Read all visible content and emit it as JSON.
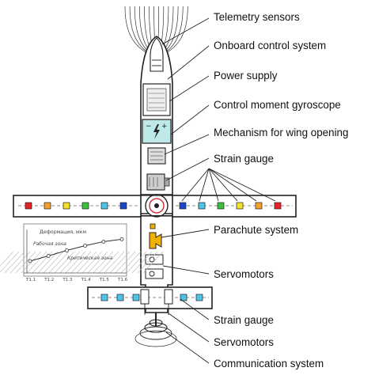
{
  "labels": {
    "telemetry": "Telemetry sensors",
    "onboard": "Onboard control system",
    "power": "Power supply",
    "gyro": "Control moment gyroscope",
    "wing_mech": "Mechanism for wing opening",
    "strain_top": "Strain gauge",
    "parachute": "Parachute system",
    "servo_mid": "Servomotors",
    "strain_bottom": "Strain gauge",
    "servo_bottom": "Servomotors",
    "comm": "Communication system"
  },
  "inset": {
    "title": "Деформация, мкм",
    "zone_upper": "Рабочая зона",
    "zone_lower": "Критическая зона",
    "ticks": [
      "Т1.1",
      "Т1.2",
      "Т1.3",
      "Т1.4",
      "Т1.5",
      "Т1.6"
    ],
    "curve": [
      0.0,
      0.22,
      0.45,
      0.65,
      0.82,
      0.92
    ]
  },
  "colors": {
    "wing_left_sensors": [
      "#e8202a",
      "#f2a22a",
      "#f2e22a",
      "#3cbf3c",
      "#4fc3e8",
      "#1c47c8"
    ],
    "wing_right_sensors": [
      "#1c47c8",
      "#4fc3e8",
      "#3cbf3c",
      "#f2e22a",
      "#f2a22a",
      "#e8202a"
    ],
    "tail_sensors": "#4fc3e8",
    "battery": "#bfe8e8",
    "parachute": "#f2b000",
    "outline": "#222222"
  },
  "icons": {
    "airflow": "airflow-lines-icon",
    "battery": "lightning-icon",
    "antenna": "signal-waves-icon"
  }
}
